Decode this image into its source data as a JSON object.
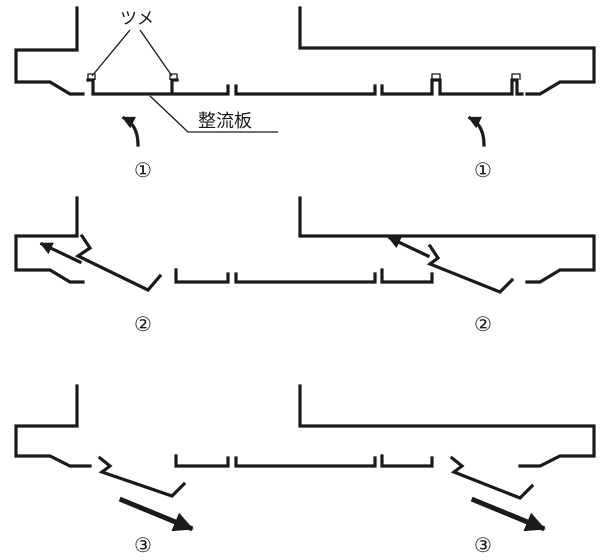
{
  "labels": {
    "claw": "ツメ",
    "baffle": "整流板"
  },
  "steps": {
    "step1": "①",
    "step2": "②",
    "step3": "③"
  }
}
